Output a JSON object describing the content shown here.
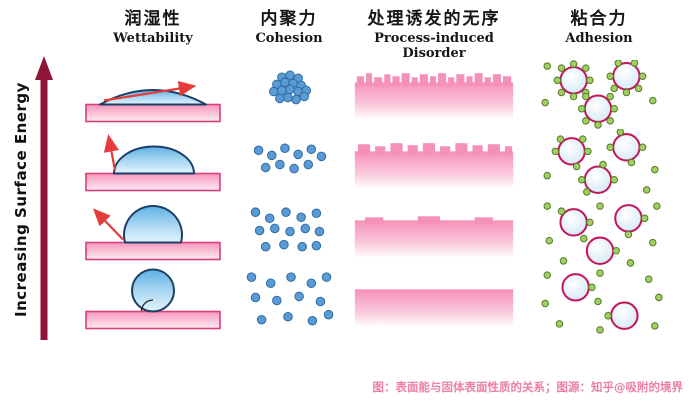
{
  "axis": {
    "label": "Increasing Surface Energy"
  },
  "columns": [
    {
      "id": "wettability",
      "title_cn": "润湿性",
      "title_en": "Wettability"
    },
    {
      "id": "cohesion",
      "title_cn": "内聚力",
      "title_en": "Cohesion"
    },
    {
      "id": "disorder",
      "title_cn": "处理诱发的无序",
      "title_en": "Process-induced Disorder"
    },
    {
      "id": "adhesion",
      "title_cn": "粘合力",
      "title_en": "Adhesion"
    }
  ],
  "caption": "图：表面能与固体表面性质的关系；图源：知乎@吸附的境界",
  "colors": {
    "surface-pink": "#f694ba",
    "surface-border": "#d6417d",
    "droplet-blue": "#7cc0e8",
    "droplet-outline": "#1b3f66",
    "cohesion-dot": "#5b9bd5",
    "adhesion-ring": "#c2185b",
    "adhesion-dot-green": "#a3cf62",
    "axis-arrow": "#8e1537",
    "tangent-red": "#e63b3b",
    "caption-pink": "#ee7fa8"
  }
}
